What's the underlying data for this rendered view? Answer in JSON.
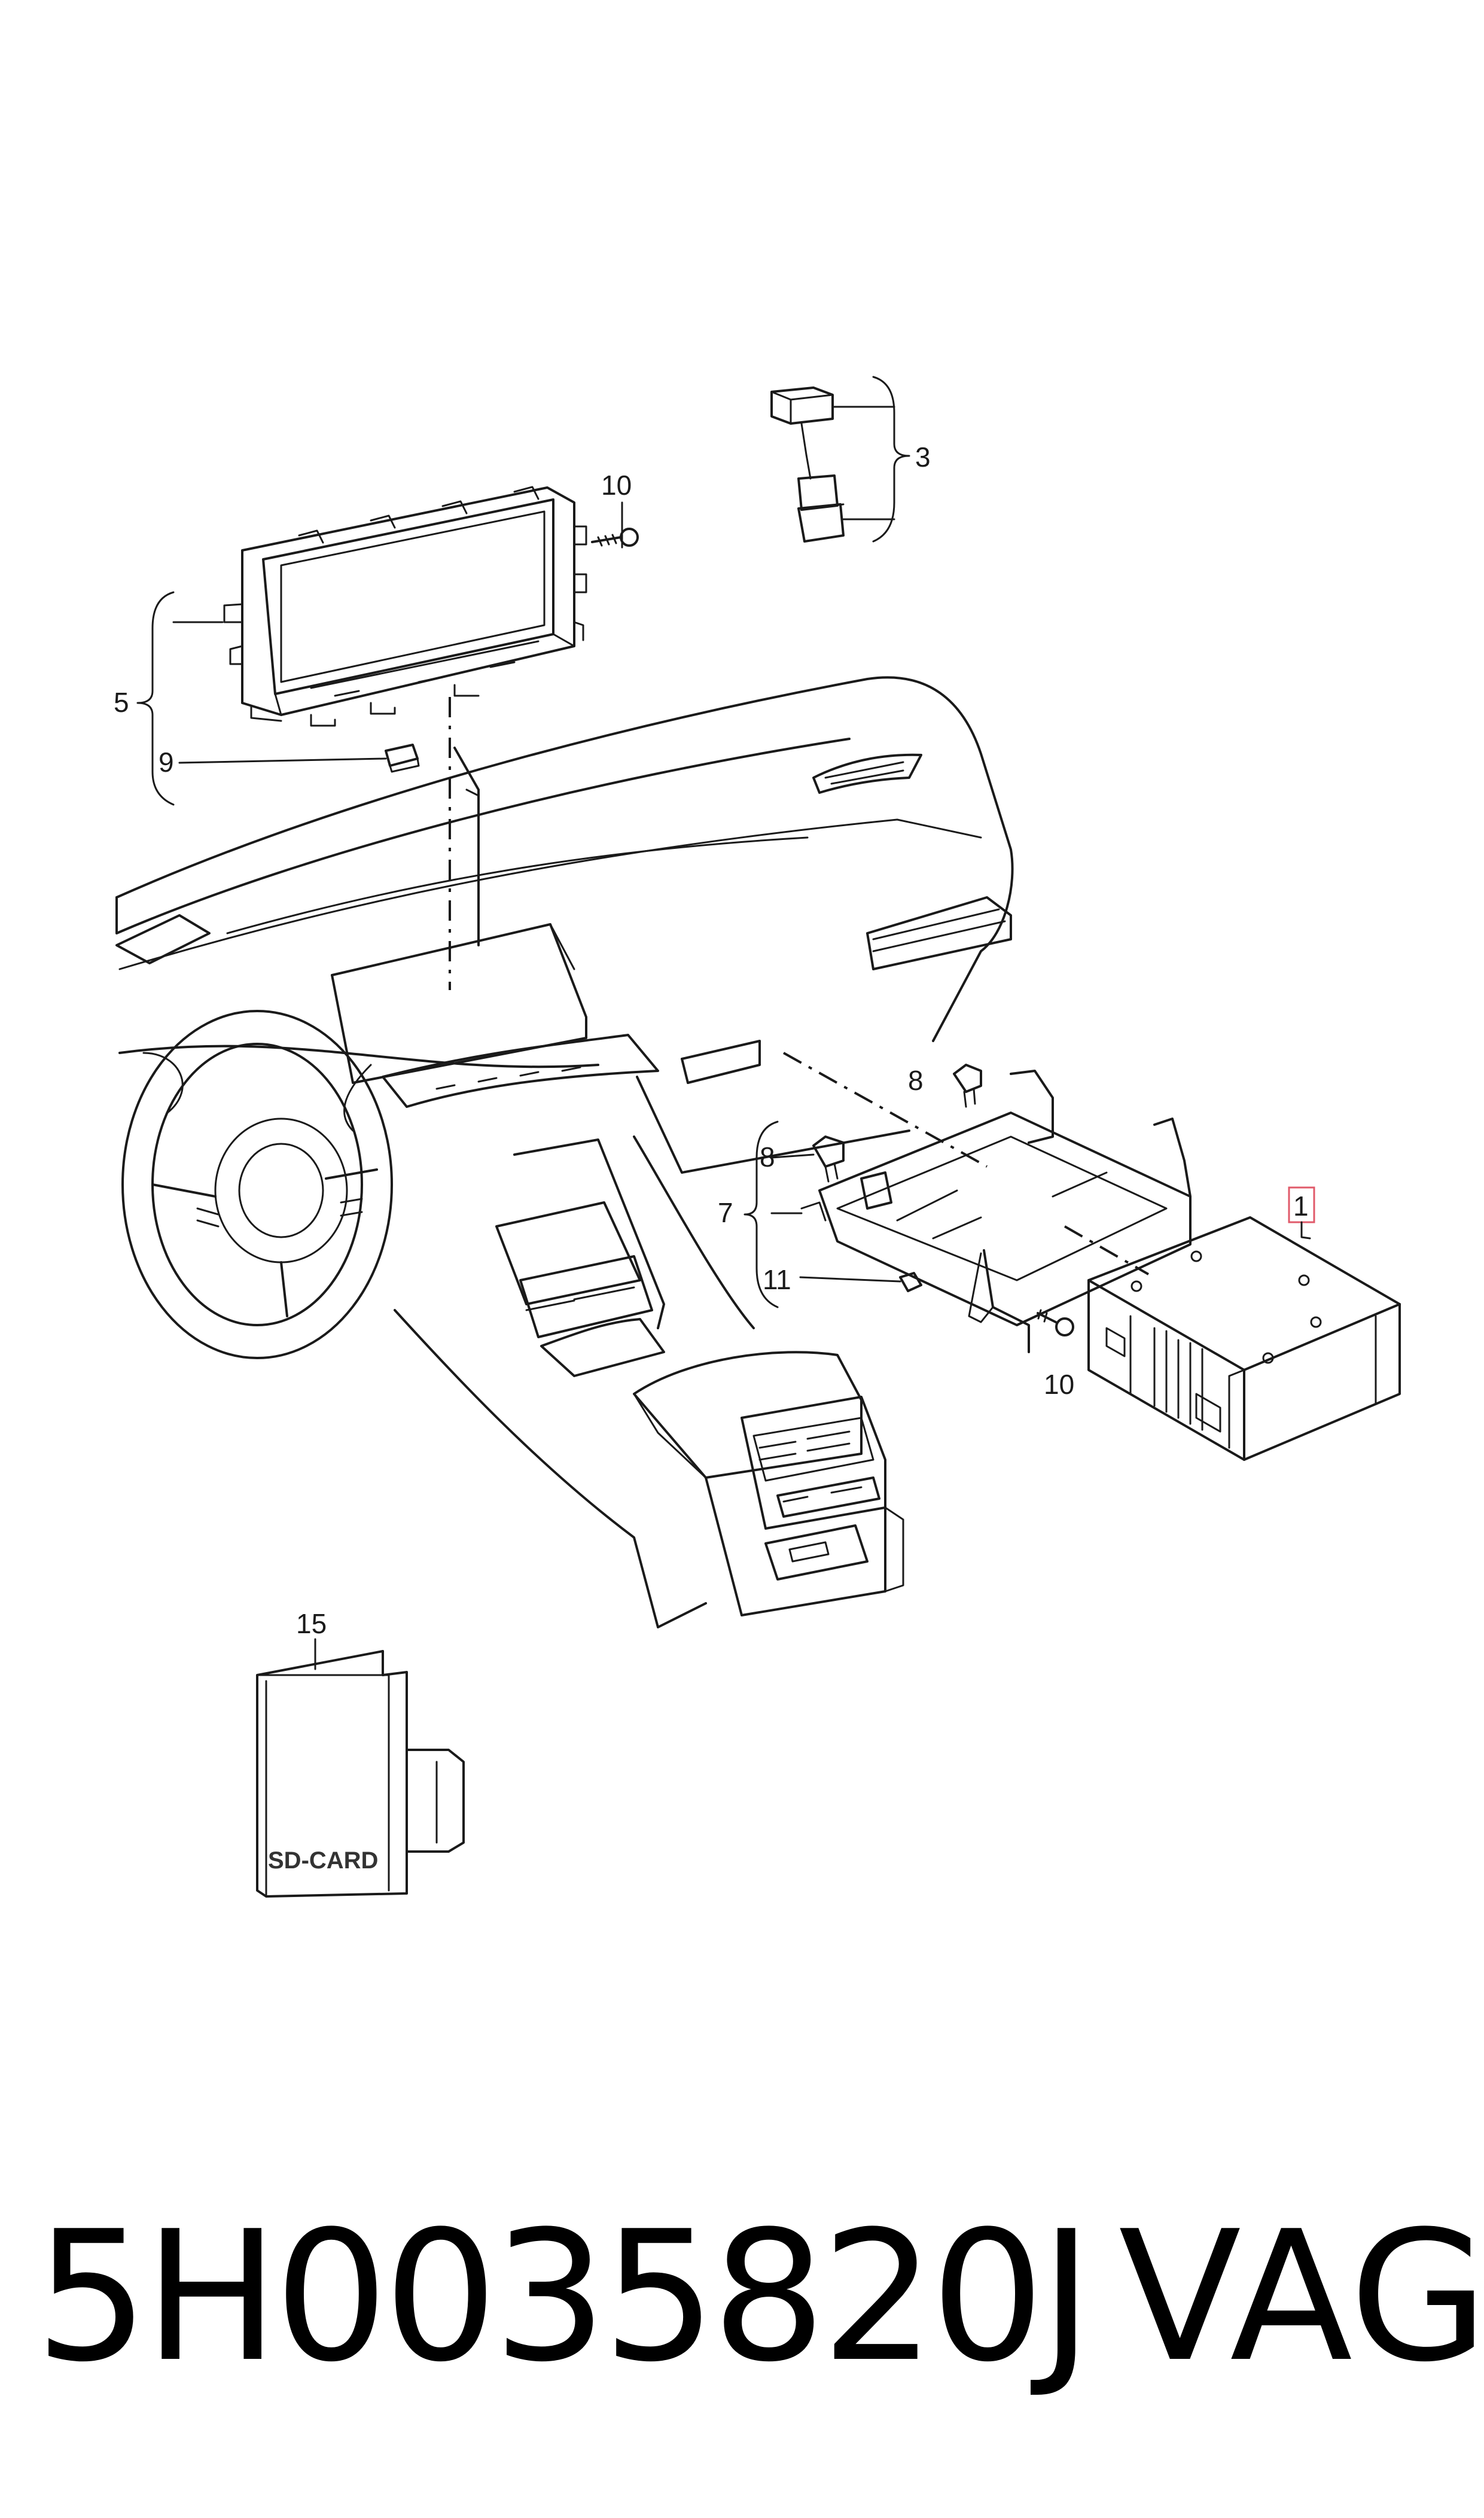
{
  "callouts": {
    "c1": "1",
    "c3": "3",
    "c5": "5",
    "c7": "7",
    "c8a": "8",
    "c8b": "8",
    "c9": "9",
    "c10a": "10",
    "c10b": "10",
    "c11": "11",
    "c15": "15"
  },
  "sd_card_label": "SD-CARD",
  "part_number": "5H0035820J",
  "brand": "VAG",
  "colors": {
    "line": "#1a1a1a",
    "highlight": "#e05a6a"
  }
}
